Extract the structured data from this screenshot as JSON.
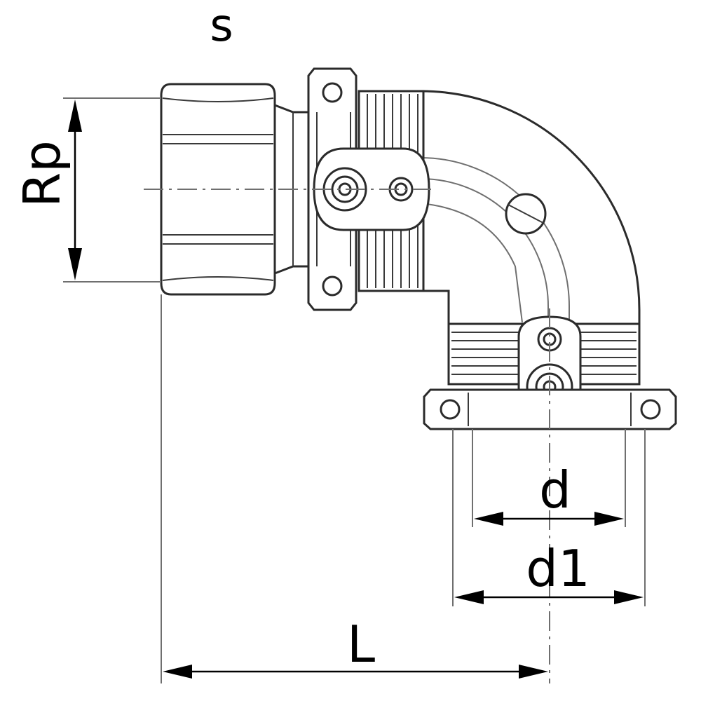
{
  "drawing": {
    "labels": {
      "s": "s",
      "rp": "Rp",
      "d": "d",
      "d1": "d1",
      "l": "L"
    },
    "colors": {
      "line": "#2b2b2b",
      "dimension": "#000000",
      "background": "#ffffff"
    }
  }
}
